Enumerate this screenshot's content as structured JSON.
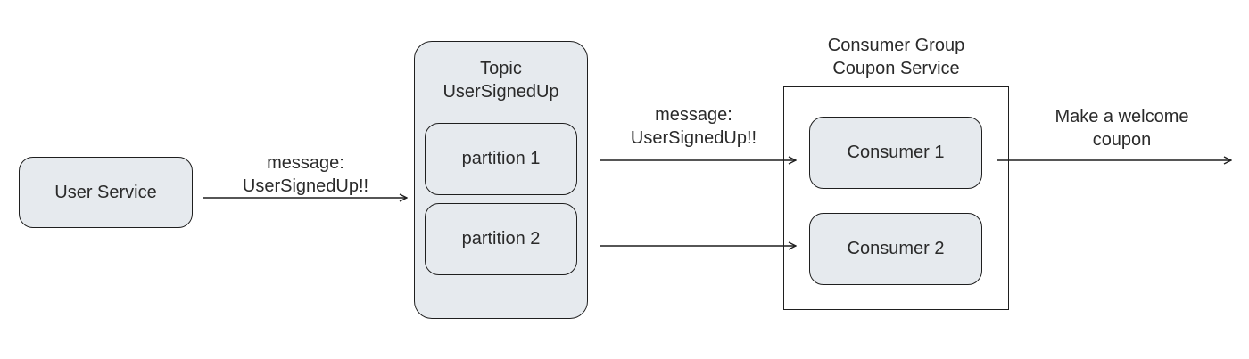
{
  "user_service": {
    "label": "User Service"
  },
  "message_1": {
    "line1": "message:",
    "line2": "UserSignedUp!!"
  },
  "topic": {
    "title_line1": "Topic",
    "title_line2": "UserSignedUp",
    "partitions": [
      "partition 1",
      "partition 2"
    ]
  },
  "message_2": {
    "line1": "message:",
    "line2": "UserSignedUp!!"
  },
  "consumer_group": {
    "title_line1": "Consumer Group",
    "title_line2": "Coupon Service",
    "consumers": [
      "Consumer 1",
      "Consumer 2"
    ]
  },
  "outcome": {
    "line1": "Make a welcome",
    "line2": "coupon"
  }
}
